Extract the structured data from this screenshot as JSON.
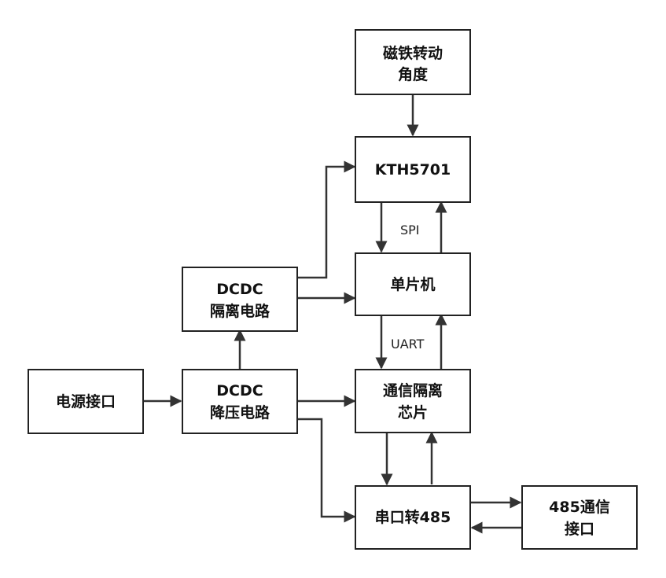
{
  "blocks": {
    "magnet": {
      "line1": "磁铁转动",
      "line2": "角度"
    },
    "kth": {
      "line1": "KTH5701"
    },
    "mcu": {
      "line1": "单片机"
    },
    "dcdc_iso": {
      "line1": "DCDC",
      "line2": "隔离电路"
    },
    "power": {
      "line1": "电源接口"
    },
    "dcdc_buck": {
      "line1": "DCDC",
      "line2": "降压电路"
    },
    "comm_iso": {
      "line1": "通信隔离",
      "line2": "芯片"
    },
    "uart485": {
      "line1": "串口转485"
    },
    "rs485": {
      "line1": "485通信",
      "line2": "接口"
    }
  },
  "labels": {
    "spi": "SPI",
    "uart": "UART"
  },
  "colors": {
    "line": "#333333",
    "box_border": "#222222",
    "text": "#111111"
  }
}
